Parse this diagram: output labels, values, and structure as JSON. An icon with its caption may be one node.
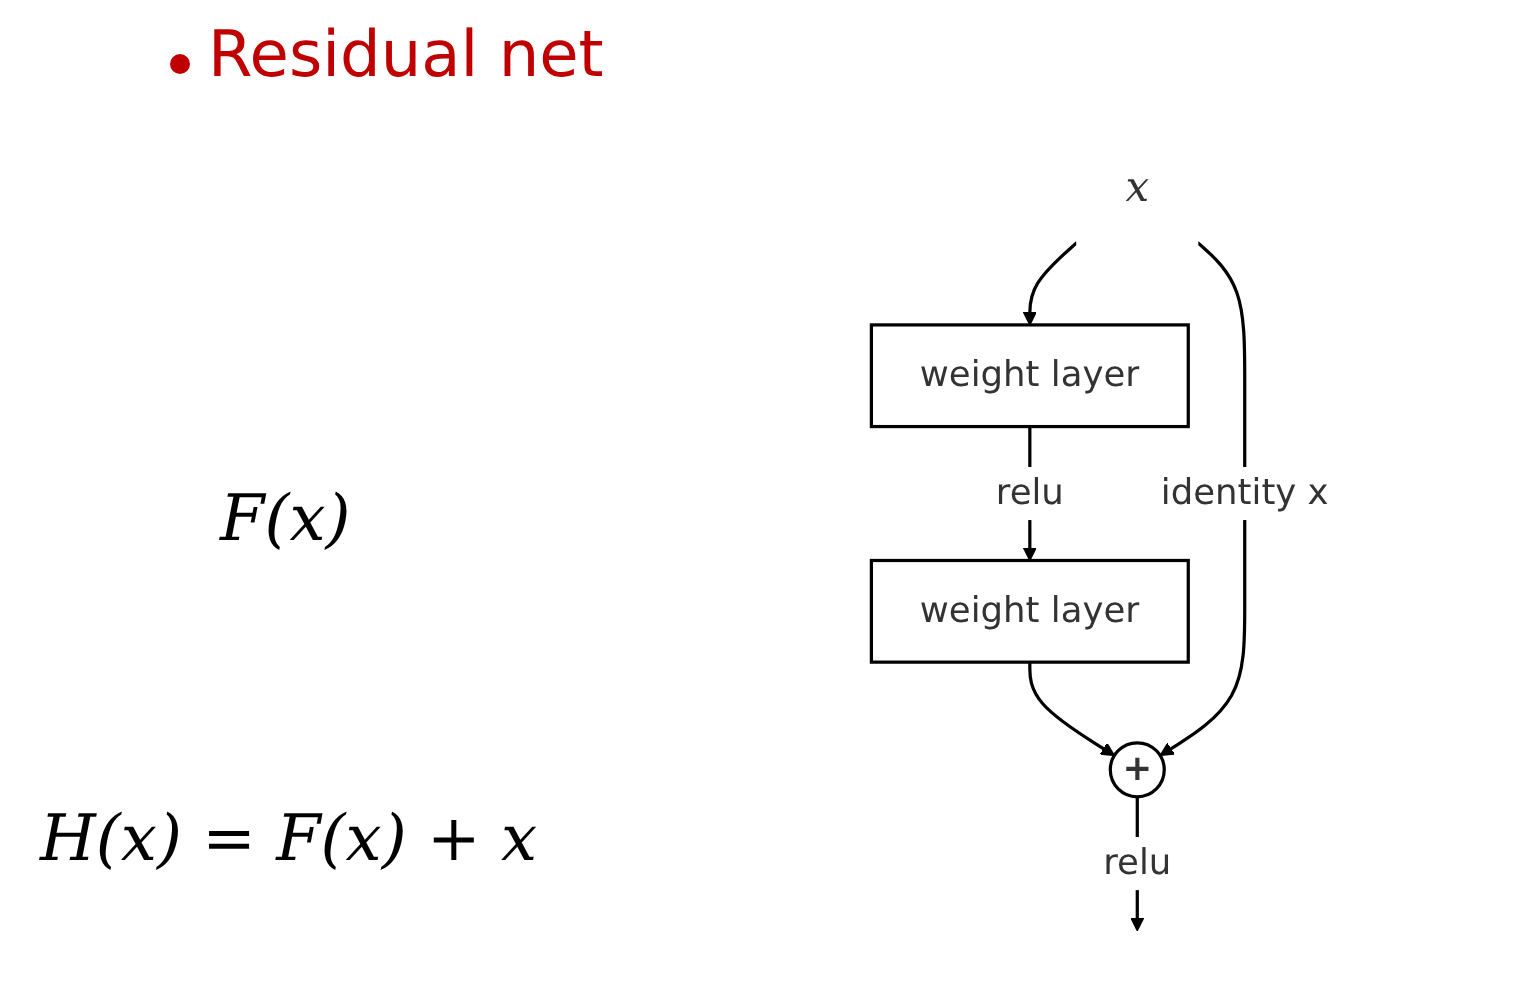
{
  "diagram": {
    "title": "Residual net",
    "nodes": [
      {
        "text": [
          "x"
        ]
      },
      {
        "text": [
          "weight layer"
        ]
      },
      {
        "text": [
          "weight layer"
        ]
      },
      {
        "text": [
          "+"
        ]
      }
    ],
    "edges": [
      {
        "from": 0,
        "to": 1,
        "arrow": "to"
      },
      {
        "from": 1,
        "to": 2,
        "arrow": "to",
        "label": "relu"
      },
      {
        "from": 2,
        "to": 3,
        "arrow": "to"
      },
      {
        "from": 0,
        "to": 3,
        "arrow": "to",
        "label": "identity x"
      },
      {
        "from": 3,
        "to": null,
        "arrow": "to",
        "label": "relu"
      }
    ],
    "labels": [
      "F(x)",
      "H(x) = F(x) + x"
    ]
  }
}
